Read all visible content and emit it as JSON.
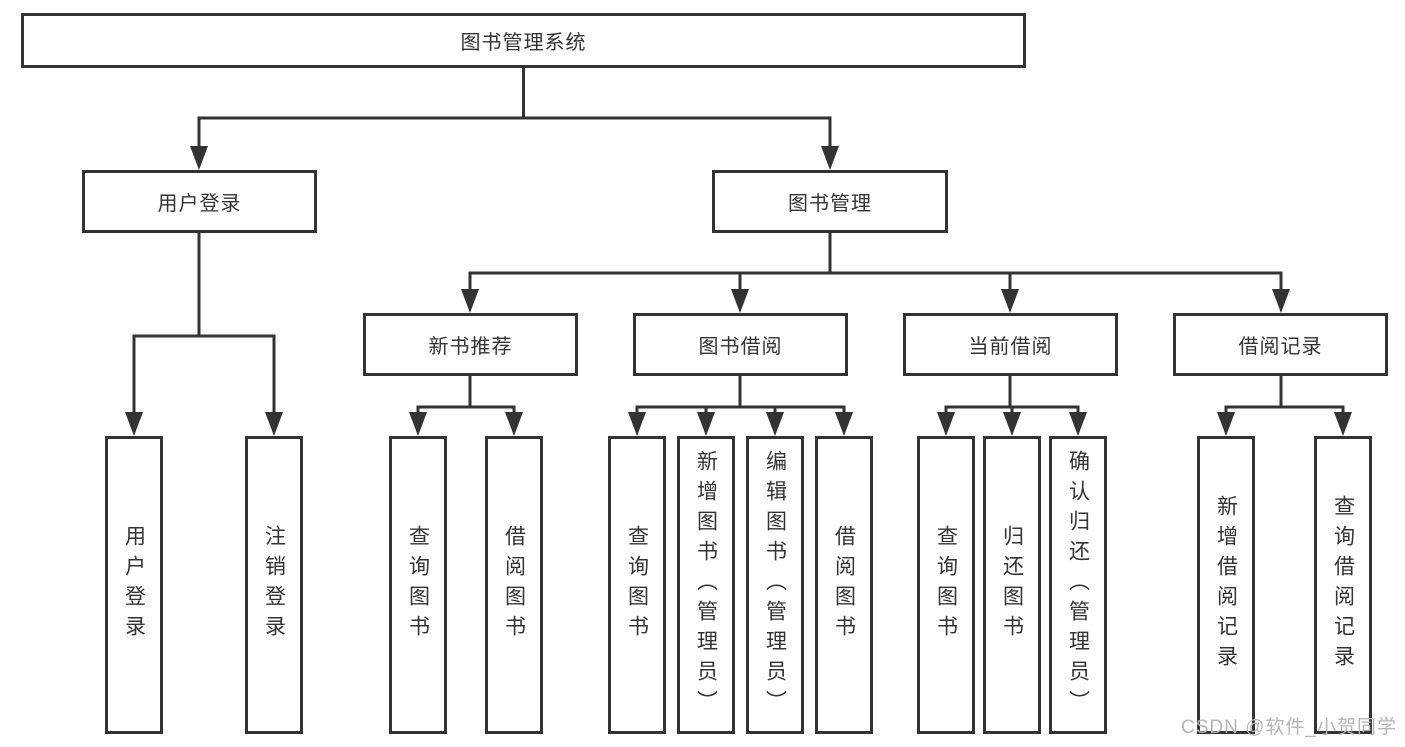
{
  "root": {
    "label": "图书管理系统"
  },
  "level2": [
    {
      "label": "用户登录"
    },
    {
      "label": "图书管理"
    }
  ],
  "level3": [
    {
      "label": "新书推荐"
    },
    {
      "label": "图书借阅"
    },
    {
      "label": "当前借阅"
    },
    {
      "label": "借阅记录"
    }
  ],
  "leaves": {
    "user_login": [
      "用户登录",
      "注销登录"
    ],
    "new_book_recommend": [
      "查询图书",
      "借阅图书"
    ],
    "book_borrow": [
      "查询图书",
      "新增图书（管理员）",
      "编辑图书（管理员）",
      "借阅图书"
    ],
    "current_borrow": [
      "查询图书",
      "归还图书",
      "确认归还（管理员）"
    ],
    "borrow_records": [
      "新增借阅记录",
      "查询借阅记录"
    ]
  },
  "watermark": {
    "text": "CSDN @软件_小贺同学"
  },
  "colors": {
    "line": "#333333",
    "box_border": "#333333",
    "text": "#333333",
    "watermark": "#b5b5b5",
    "background": "#ffffff"
  }
}
